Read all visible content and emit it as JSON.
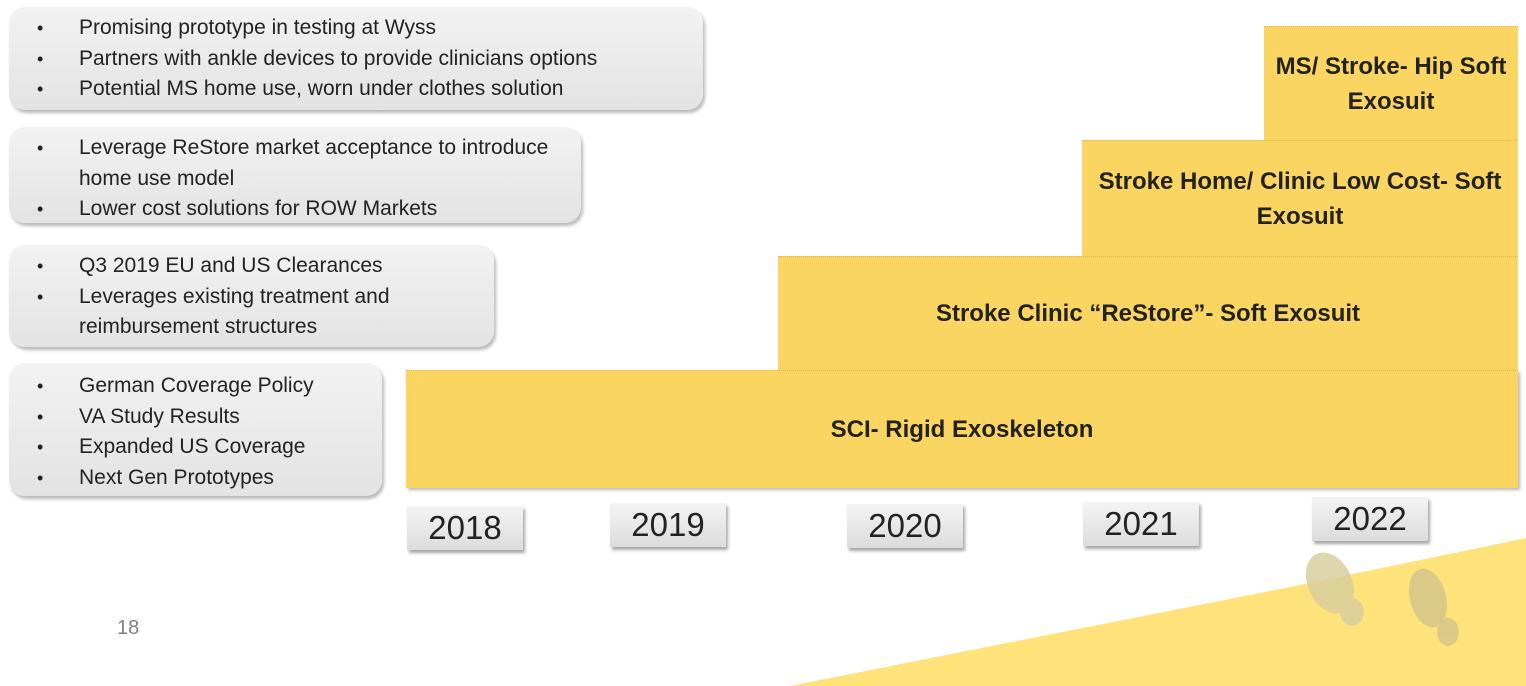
{
  "callouts": [
    {
      "bullets": [
        "Promising prototype in testing at Wyss",
        "Partners with ankle devices to provide clinicians options",
        "Potential MS home use, worn under clothes solution"
      ]
    },
    {
      "bullets": [
        "Leverage ReStore market acceptance to introduce home use model",
        "Lower cost solutions for ROW Markets"
      ]
    },
    {
      "bullets": [
        "Q3 2019 EU and US Clearances",
        "Leverages existing treatment and reimbursement structures"
      ]
    },
    {
      "bullets": [
        "German Coverage Policy",
        "VA Study Results",
        "Expanded US Coverage",
        "Next Gen Prototypes"
      ]
    }
  ],
  "steps": [
    {
      "label": "SCI- Rigid Exoskeleton"
    },
    {
      "label": "Stroke Clinic “ReStore”- Soft Exosuit"
    },
    {
      "label": "Stroke Home/ Clinic Low Cost- Soft Exosuit"
    },
    {
      "label": "MS/ Stroke- Hip Soft Exosuit"
    }
  ],
  "years": [
    "2018",
    "2019",
    "2020",
    "2021",
    "2022"
  ],
  "page_number": "18",
  "colors": {
    "step_fill": "#fbd562",
    "callout_fill": "#e9e9e9",
    "deco_fill": "#fde37a"
  }
}
